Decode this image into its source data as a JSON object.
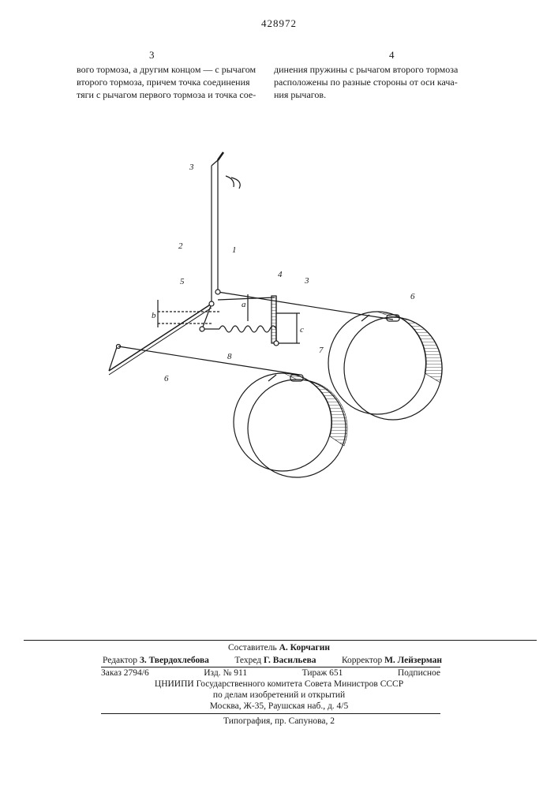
{
  "header": {
    "patent_number": "428972",
    "col_left_num": "3",
    "col_right_num": "4"
  },
  "text": {
    "left_lines": [
      "вого тормоза, а другим концом — с рычагом",
      "второго тормоза, причем точка соединения",
      "тяги с рычагом первого тормоза и точка сое-"
    ],
    "right_lines": [
      "динения пружины с рычагом второго тормоза",
      "расположены по разные стороны от оси кача-",
      "ния рычагов."
    ]
  },
  "figure": {
    "labels": {
      "l1": "1",
      "l2": "2",
      "l3": "3",
      "l4": "4",
      "l5": "5",
      "l6a": "6",
      "l6b": "6",
      "l7": "7",
      "l8": "8",
      "la": "a",
      "lb": "b",
      "lc": "c"
    }
  },
  "footer": {
    "compiler_role": "Составитель",
    "compiler_name": "А. Корчагин",
    "editor_role": "Редактор",
    "editor_name": "З. Твердохлебова",
    "tech_role": "Техред",
    "tech_name": "Г. Васильева",
    "corrector_role": "Корректор",
    "corrector_name": "М. Лейзерман",
    "order": "Заказ 2794/6",
    "issue": "Изд. № 911",
    "circulation": "Тираж 651",
    "subscription": "Подписное",
    "org_line1": "ЦНИИПИ Государственного комитета Совета Министров СССР",
    "org_line2": "по делам изобретений и открытий",
    "org_line3": "Москва, Ж-35, Раушская наб., д. 4/5",
    "printer": "Типография, пр. Сапунова, 2"
  }
}
